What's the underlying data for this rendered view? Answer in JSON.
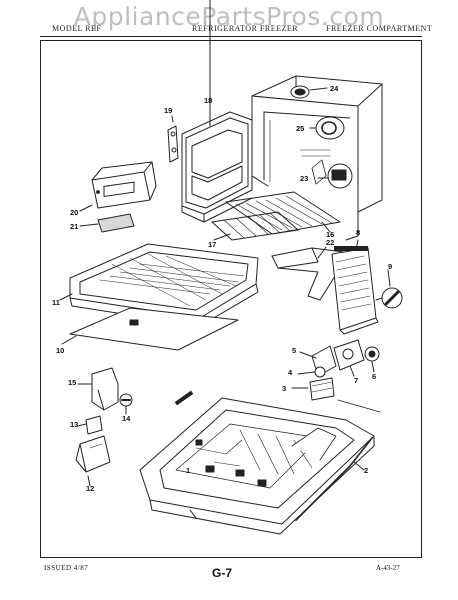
{
  "watermark": "AppliancePartsPros.com",
  "header": {
    "left": "MODEL REF",
    "middle": "REFRIGERATOR FREEZER",
    "right": "FREEZER COMPARTMENT"
  },
  "callouts": {
    "c1": "1",
    "c2": "2",
    "c3": "3",
    "c4": "4",
    "c5": "5",
    "c6": "6",
    "c7": "7",
    "c8": "8",
    "c9": "9",
    "c10": "10",
    "c11": "11",
    "c12": "12",
    "c13": "13",
    "c14": "14",
    "c15": "15",
    "c16": "16",
    "c17": "17",
    "c18": "18",
    "c19": "19",
    "c20": "20",
    "c21": "21",
    "c22": "22",
    "c23": "23",
    "c24": "24",
    "c25": "25"
  },
  "footer": {
    "issued": "ISSUED 4/87",
    "page": "G-7",
    "code": "A-43-27"
  }
}
